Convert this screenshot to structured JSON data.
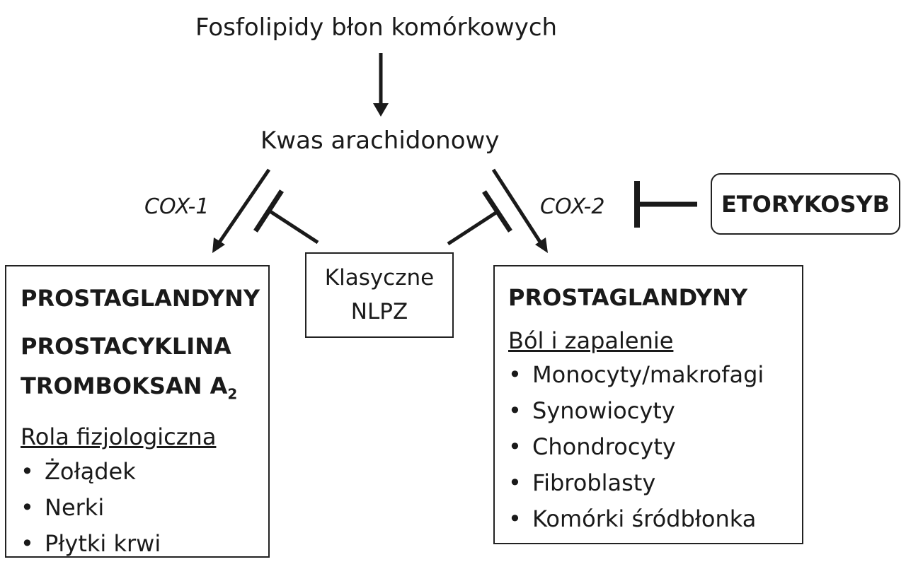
{
  "nodes": {
    "phospholipids": "Fosfolipidy błon komórkowych",
    "arachidonic_acid": "Kwas arachidonowy"
  },
  "enzymes": {
    "cox1": "COX-1",
    "cox2": "COX-2"
  },
  "nsaid_box": {
    "line1": "Klasyczne",
    "line2": "NLPZ"
  },
  "etoricoxib_box": {
    "label": "ETORYKOSYB"
  },
  "left_box": {
    "line1": "PROSTAGLANDYNY",
    "line2": "PROSTACYKLINA",
    "line3_main": "TROMBOKSAN A",
    "line3_sub": "2",
    "section_heading": "Rola fizjologiczna",
    "bullet_symbol": "•",
    "items": [
      "Żołądek",
      "Nerki",
      "Płytki krwi"
    ]
  },
  "right_box": {
    "line1": "PROSTAGLANDYNY",
    "section_heading": "Ból i zapalenie",
    "bullet_symbol": "•",
    "items": [
      "Monocyty/makrofagi",
      "Synowiocyty",
      "Chondrocyty",
      "Fibroblasty",
      "Komórki śródbłonka"
    ]
  },
  "colors": {
    "ink": "#1a1a1a",
    "background": "#ffffff"
  }
}
